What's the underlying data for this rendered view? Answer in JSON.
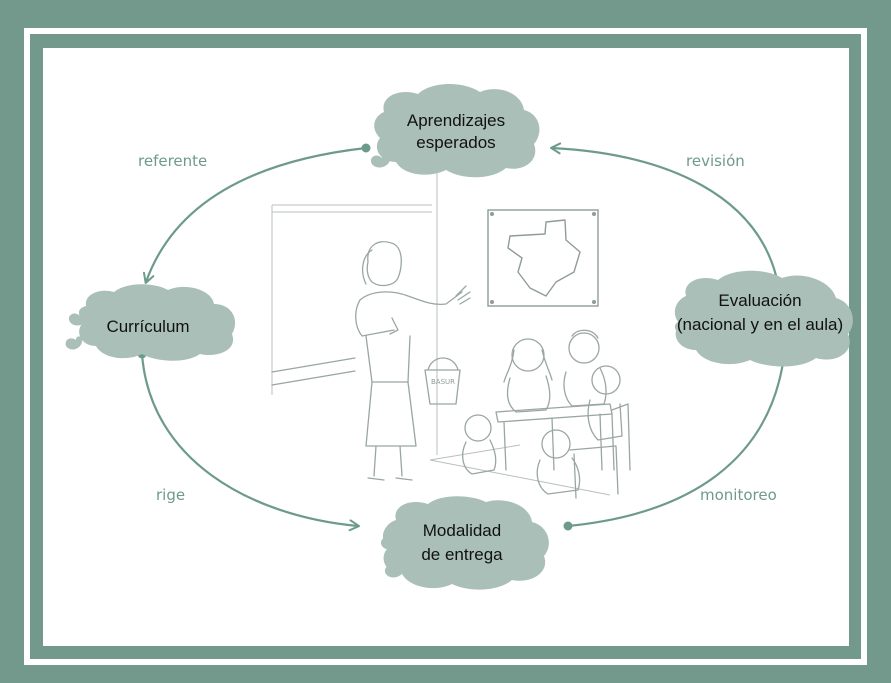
{
  "colors": {
    "teal": "#72998c",
    "cloud": "#a9bfb7",
    "arrow": "#6e9a8d",
    "edge_text": "#6e9a8d"
  },
  "nodes": {
    "aprendizajes": {
      "line1": "Aprendizajes",
      "line2": "esperados"
    },
    "curriculum": {
      "label": "Currículum"
    },
    "evaluacion": {
      "line1": "Evaluación",
      "line2": "(nacional y en el aula)"
    },
    "modalidad": {
      "line1": "Modalidad",
      "line2": "de entrega"
    }
  },
  "edges": {
    "referente": "referente",
    "revision": "revisión",
    "rige": "rige",
    "monitoreo": "monitoreo"
  },
  "illustration": {
    "bucket_label": "BASUR",
    "icons": [
      "teacher-icon",
      "map-icon",
      "children-icon",
      "trash-bucket-icon"
    ]
  }
}
